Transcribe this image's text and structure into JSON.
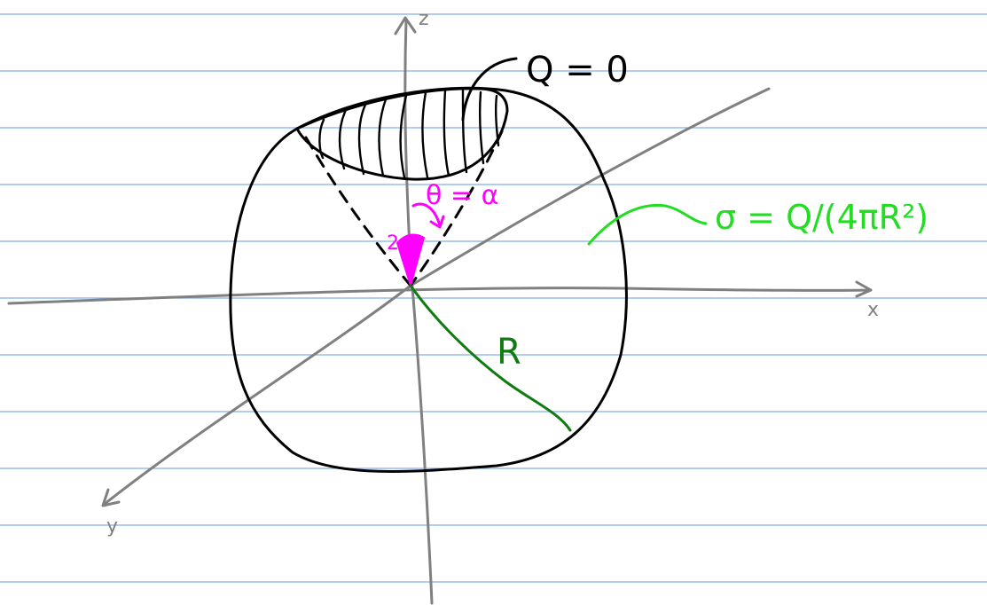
{
  "axes": {
    "x_label": "x",
    "y_label": "y",
    "z_label": "z"
  },
  "labels": {
    "charge_cap": "Q = 0",
    "radius": "R",
    "angle_theta": "θ = α",
    "angle_two_alpha": "2α",
    "surface_density": "σ = Q/(4πR²)"
  },
  "colors": {
    "ruled_lines": "#7fb0e6",
    "axes": "#808080",
    "sphere_ink": "#000000",
    "angle_annotation": "#ff00ff",
    "density_annotation": "#22dd22",
    "radius_line": "#117a11"
  }
}
